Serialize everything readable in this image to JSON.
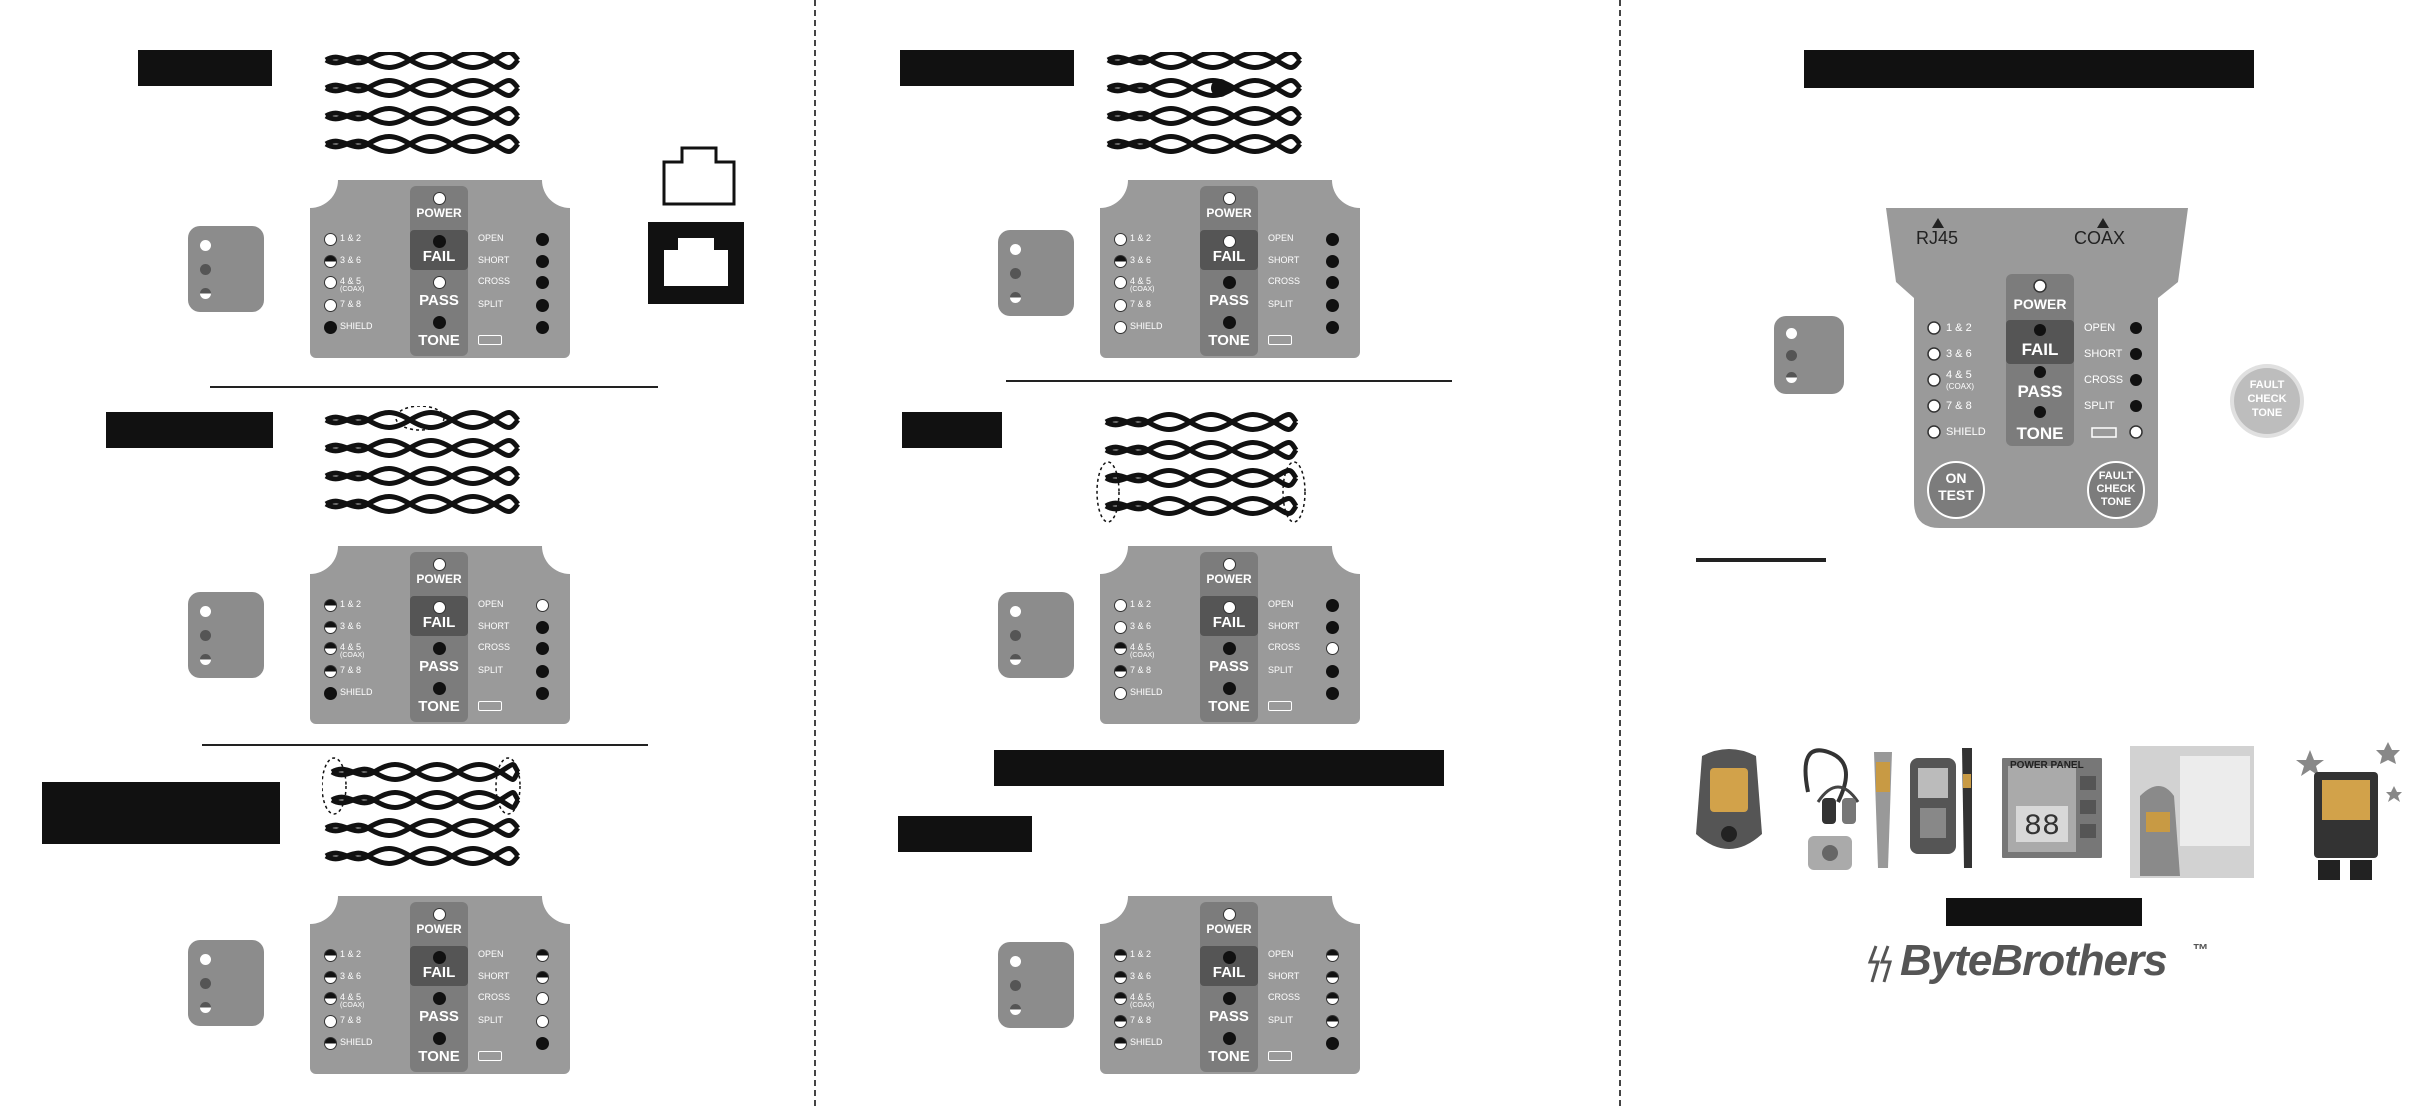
{
  "tester": {
    "power": "POWER",
    "fail": "FAIL",
    "pass": "PASS",
    "tone": "TONE",
    "pairs": [
      "1 & 2",
      "3 & 6",
      "4 & 5",
      "7 & 8",
      "SHIELD"
    ],
    "coax": "(COAX)",
    "faults": [
      "OPEN",
      "SHORT",
      "CROSS",
      "SPLIT"
    ]
  },
  "large_tester": {
    "rj45": "RJ45",
    "coax": "COAX",
    "on_test_1": "ON",
    "on_test_2": "TEST",
    "fault_1": "FAULT",
    "fault_2": "CHECK",
    "fault_3": "TONE"
  },
  "side_button": {
    "l1": "FAULT",
    "l2": "CHECK",
    "l3": "TONE"
  },
  "product_lcd": "88",
  "product_header": "POWER PANEL",
  "brand": {
    "name": "ByteBrothers",
    "tm": "™"
  }
}
